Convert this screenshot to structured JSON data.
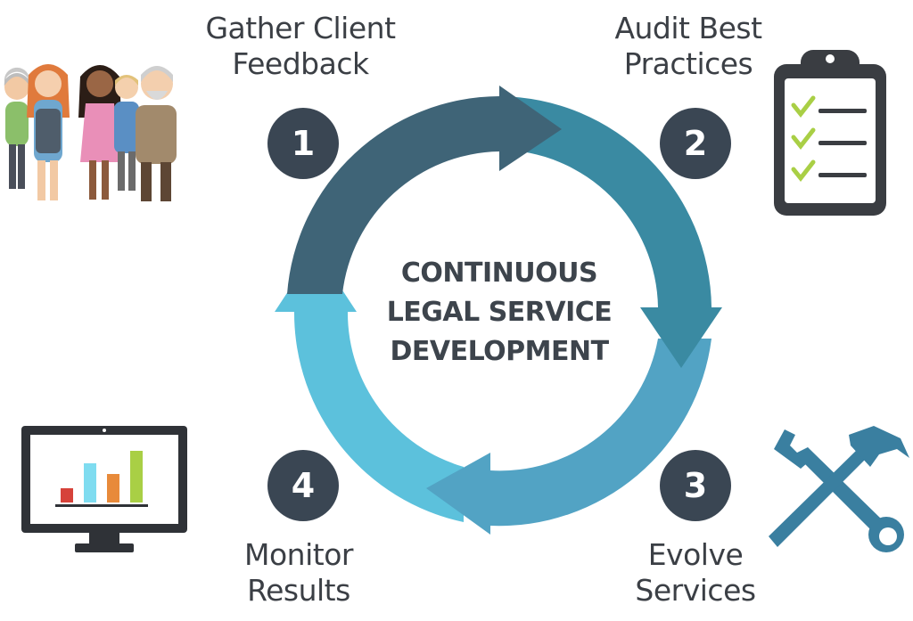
{
  "center_title": [
    "CONTINUOUS",
    "LEGAL SERVICE",
    "DEVELOPMENT"
  ],
  "steps": [
    {
      "number": "1",
      "label_lines": [
        "Gather Client",
        "Feedback"
      ],
      "icon": "people-group-icon"
    },
    {
      "number": "2",
      "label_lines": [
        "Audit Best",
        "Practices"
      ],
      "icon": "clipboard-checklist-icon"
    },
    {
      "number": "3",
      "label_lines": [
        "Evolve",
        "Services"
      ],
      "icon": "wrench-hammer-icon"
    },
    {
      "number": "4",
      "label_lines": [
        "Monitor",
        "Results"
      ],
      "icon": "monitor-bar-chart-icon"
    }
  ],
  "colors": {
    "badge": "#3a4653",
    "arc_step1": "#3f6477",
    "arc_step2": "#3a8aa2",
    "arc_step3": "#52a3c4",
    "arc_step4": "#5cc1dc",
    "text": "#3b3f45",
    "check": "#a9cf45"
  }
}
